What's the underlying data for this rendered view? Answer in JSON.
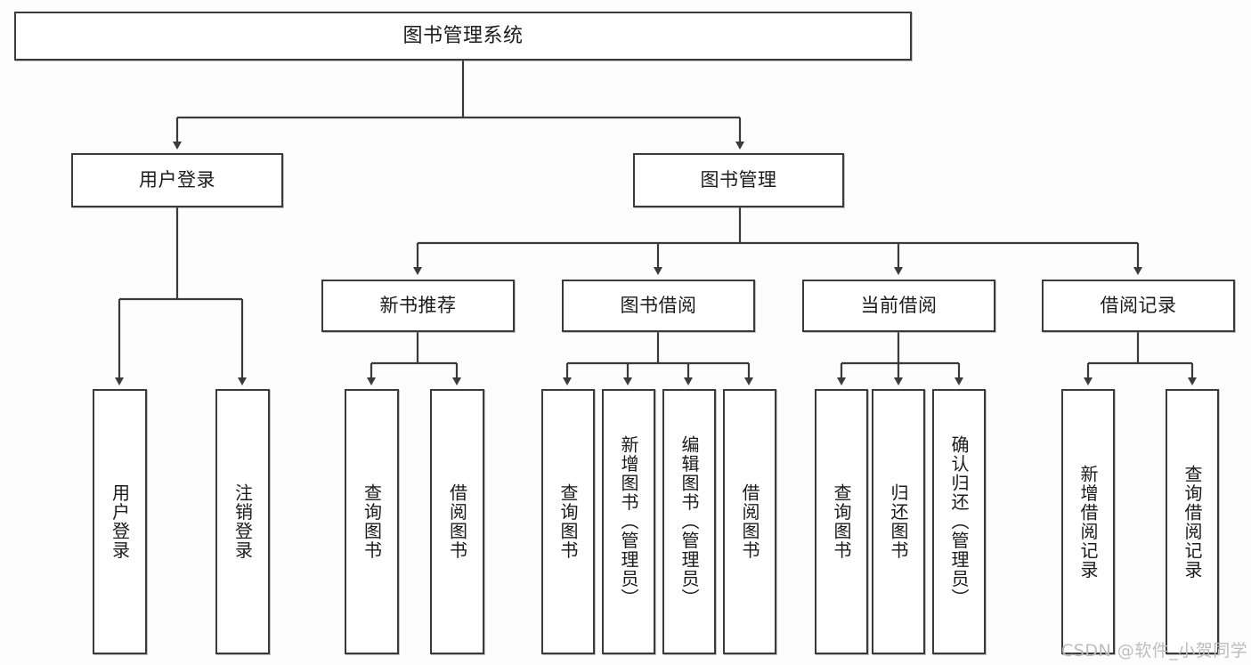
{
  "diagram": {
    "title": "图书管理系统",
    "type": "tree-hierarchy-diagram",
    "colors": {
      "box_border": "#3a3a3a",
      "box_fill": "#ffffff",
      "edge": "#3a3a3a",
      "text": "#1b1b1b",
      "watermark": "#bdbdbd",
      "background": "#fdfdfd"
    },
    "root": {
      "label": "图书管理系统"
    },
    "level2": [
      {
        "label": "用户登录"
      },
      {
        "label": "图书管理"
      }
    ],
    "level3": [
      {
        "label": "新书推荐"
      },
      {
        "label": "图书借阅"
      },
      {
        "label": "当前借阅"
      },
      {
        "label": "借阅记录"
      }
    ],
    "leaves": {
      "user_login": [
        {
          "label": "用户登录"
        },
        {
          "label": "注销登录"
        }
      ],
      "new_book_recommend": [
        {
          "label": "查询图书"
        },
        {
          "label": "借阅图书"
        }
      ],
      "book_borrow": [
        {
          "label": "查询图书"
        },
        {
          "label": "新增图书（管理员）"
        },
        {
          "label": "编辑图书（管理员）"
        },
        {
          "label": "借阅图书"
        }
      ],
      "current_borrow": [
        {
          "label": "查询图书"
        },
        {
          "label": "归还图书"
        },
        {
          "label": "确认归还（管理员）"
        }
      ],
      "borrow_record": [
        {
          "label": "新增借阅记录"
        },
        {
          "label": "查询借阅记录"
        }
      ]
    }
  },
  "watermark": {
    "text": "CSDN @软件_小贺同学"
  }
}
